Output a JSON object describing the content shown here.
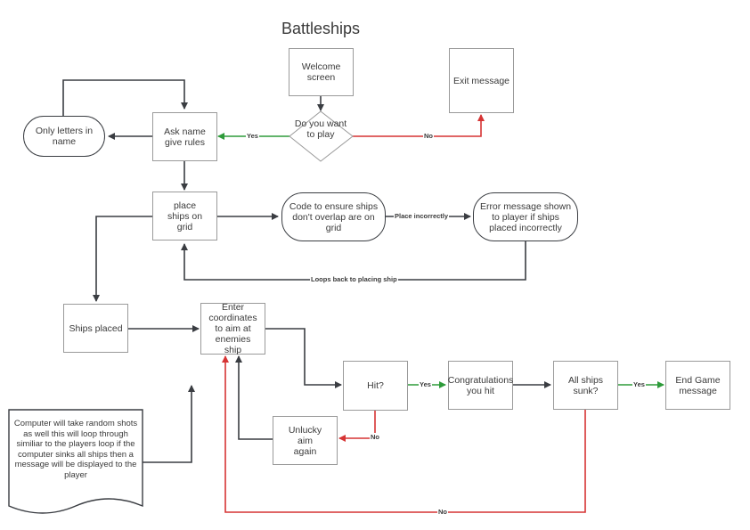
{
  "title": "Battleships",
  "nodes": {
    "welcome": "Welcome screen",
    "exit": "Exit message",
    "want_to_play": "Do you want to play",
    "ask_name": "Ask name give rules",
    "only_letters": "Only letters in name",
    "place_ships": "place ships on grid",
    "code_ensure": "Code to ensure ships don't overlap are on grid",
    "error_message": "Error message shown to player if ships placed incorrectly",
    "ships_placed": "Ships placed",
    "enter_coords": "Enter coordinates to aim at enemies ship",
    "hit": "Hit?",
    "congrats": "Congratulations you hit",
    "all_sunk": "All ships sunk?",
    "end_game": "End Game message",
    "unlucky": "Unlucky aim again",
    "computer_note": "Computer will take random shots as well this will loop through similiar to the players loop if the computer sinks all ships then a message will be displayed to the player"
  },
  "edge_labels": {
    "yes_ask": "Yes",
    "no_exit": "No",
    "place_incorrectly": "Place incorrectly",
    "loops_back": "Loops back to placing ship",
    "yes_hit": "Yes",
    "no_hit": "No",
    "yes_sunk": "Yes",
    "no_sunk": "No"
  },
  "colors": {
    "yes_edge": "#2e9b3a",
    "no_edge": "#d63434",
    "default_edge": "#3a3d42"
  }
}
